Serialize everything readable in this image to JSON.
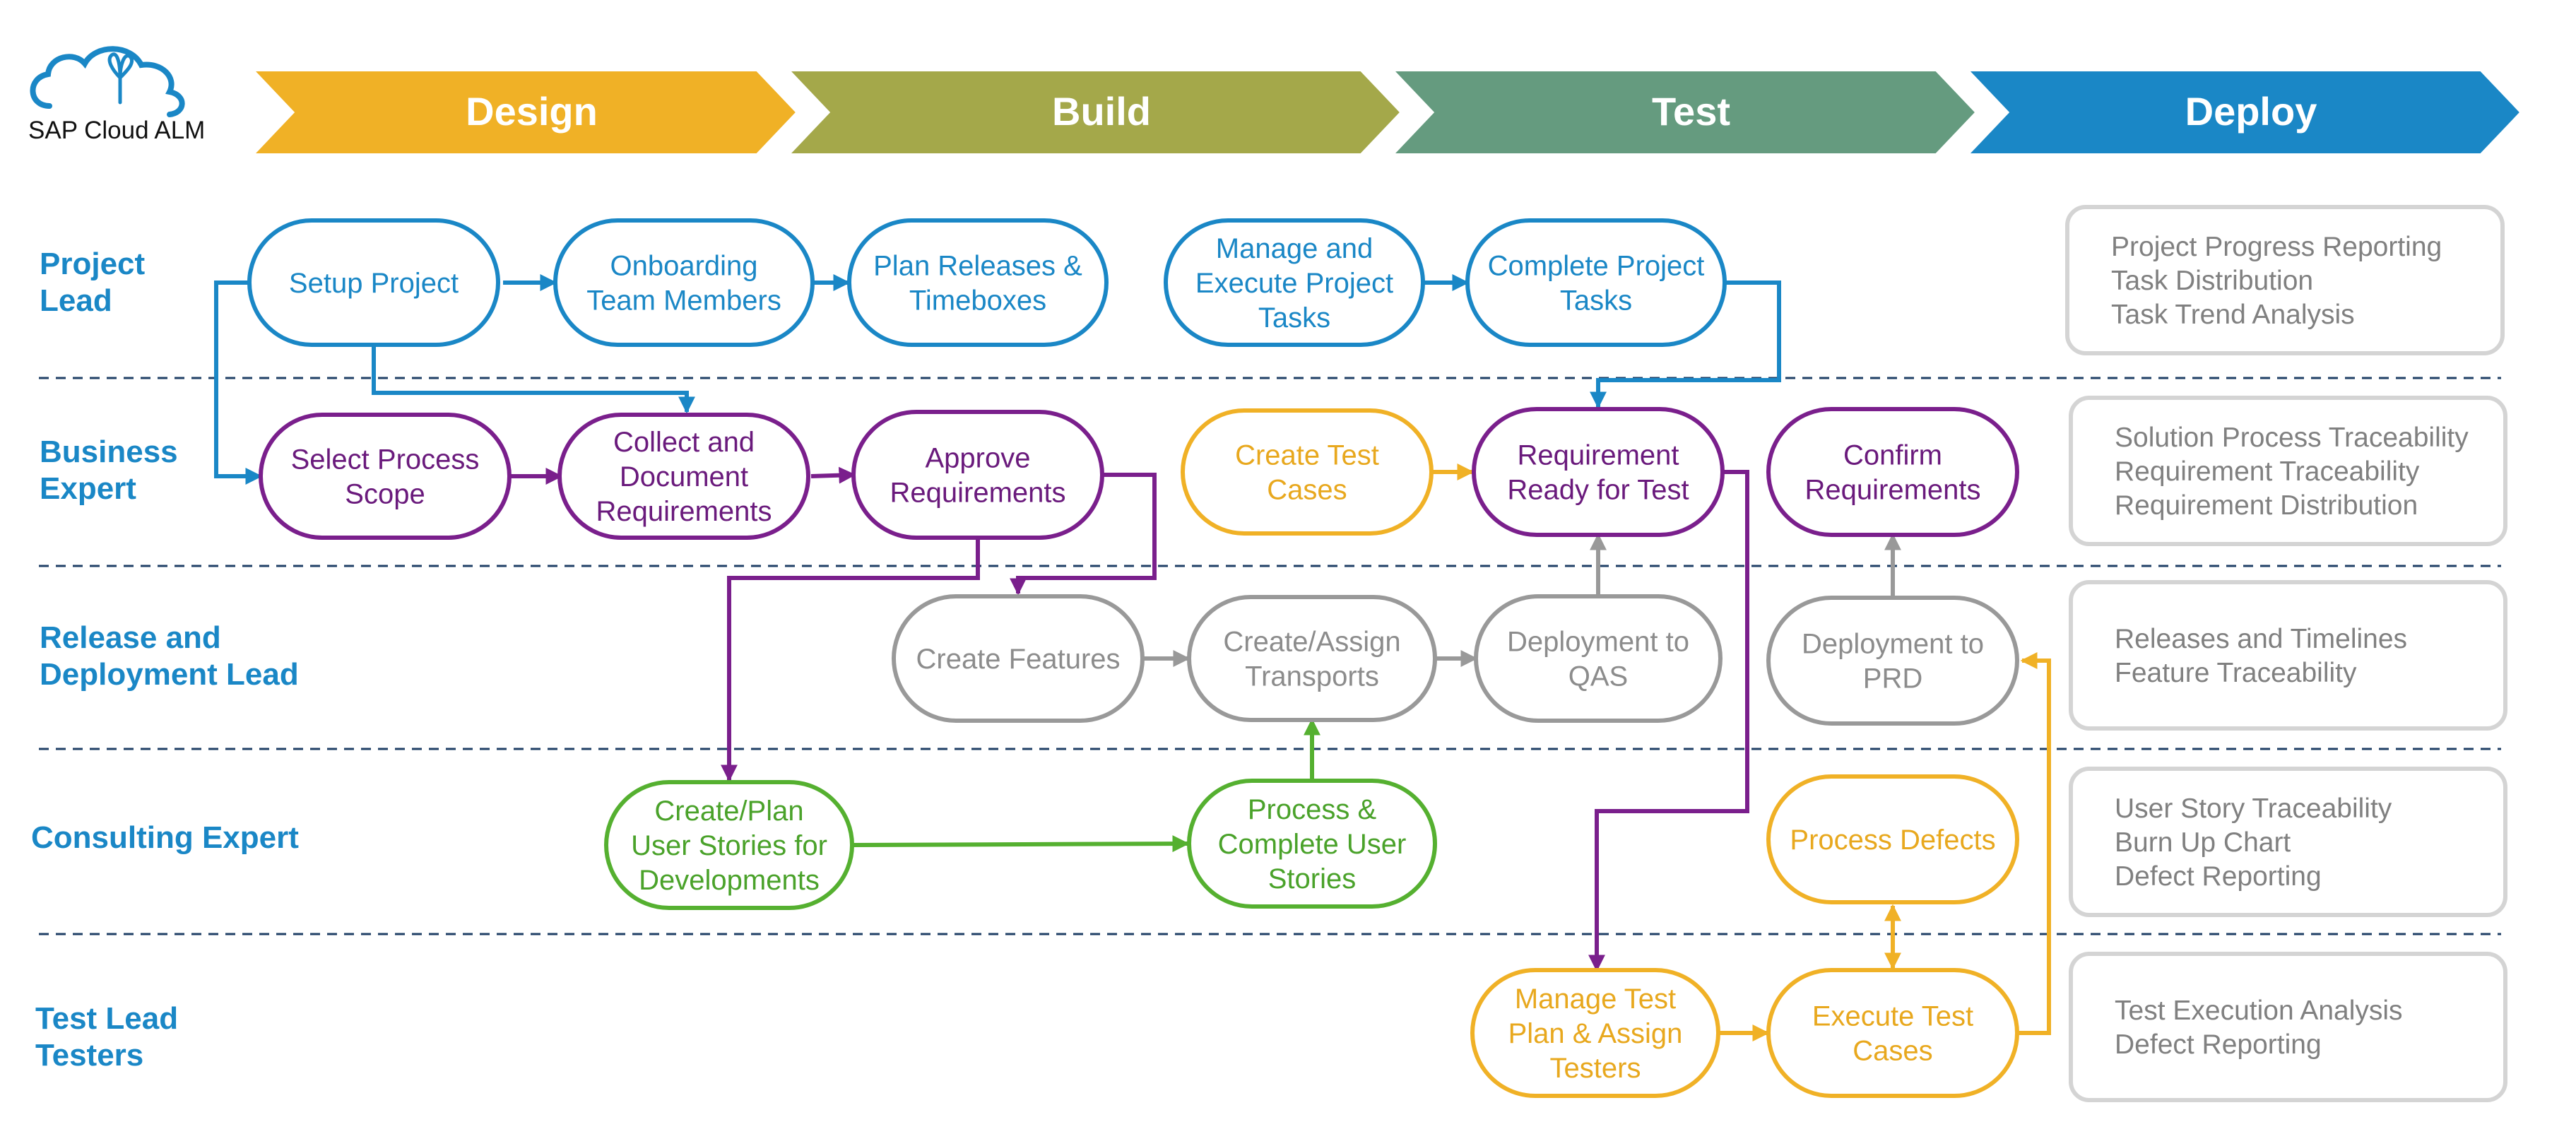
{
  "logo": {
    "text": "SAP Cloud ALM",
    "icon": "cloud-icon"
  },
  "phases": [
    {
      "label": "Design",
      "color": "#f0b126"
    },
    {
      "label": "Build",
      "color": "#a4a84a"
    },
    {
      "label": "Test",
      "color": "#659b7f"
    },
    {
      "label": "Deploy",
      "color": "#1a87c6"
    }
  ],
  "lanes": [
    {
      "label": [
        "Project",
        "Lead"
      ]
    },
    {
      "label": [
        "Business",
        "Expert"
      ]
    },
    {
      "label": [
        "Release and",
        "Deployment Lead"
      ]
    },
    {
      "label": [
        "Consulting Expert"
      ]
    },
    {
      "label": [
        "Test Lead",
        "Testers"
      ]
    }
  ],
  "colors": {
    "blue": "#1a87c6",
    "purple": "#7a1f8c",
    "gray": "#999999",
    "green": "#55b030",
    "yellow": "#f0b126",
    "divider": "#1f3f66"
  },
  "nodes": [
    {
      "id": "setup-project",
      "lines": [
        "Setup Project"
      ],
      "color": "blue"
    },
    {
      "id": "onboarding-team-members",
      "lines": [
        "Onboarding",
        "Team Members"
      ],
      "color": "blue"
    },
    {
      "id": "plan-releases-timeboxes",
      "lines": [
        "Plan Releases &",
        "Timeboxes"
      ],
      "color": "blue"
    },
    {
      "id": "manage-execute-project-tasks",
      "lines": [
        "Manage and",
        "Execute Project",
        "Tasks"
      ],
      "color": "blue"
    },
    {
      "id": "complete-project-tasks",
      "lines": [
        "Complete Project",
        "Tasks"
      ],
      "color": "blue"
    },
    {
      "id": "select-process-scope",
      "lines": [
        "Select Process",
        "Scope"
      ],
      "color": "purple"
    },
    {
      "id": "collect-document-requirements",
      "lines": [
        "Collect and",
        "Document",
        "Requirements"
      ],
      "color": "purple"
    },
    {
      "id": "approve-requirements",
      "lines": [
        "Approve",
        "Requirements"
      ],
      "color": "purple"
    },
    {
      "id": "create-test-cases",
      "lines": [
        "Create Test",
        "Cases"
      ],
      "color": "yellow"
    },
    {
      "id": "requirement-ready-for-test",
      "lines": [
        "Requirement",
        "Ready for Test"
      ],
      "color": "purple"
    },
    {
      "id": "confirm-requirements",
      "lines": [
        "Confirm",
        "Requirements"
      ],
      "color": "purple"
    },
    {
      "id": "create-features",
      "lines": [
        "Create Features"
      ],
      "color": "gray"
    },
    {
      "id": "create-assign-transports",
      "lines": [
        "Create/Assign",
        "Transports"
      ],
      "color": "gray"
    },
    {
      "id": "deployment-to-qas",
      "lines": [
        "Deployment to",
        "QAS"
      ],
      "color": "gray"
    },
    {
      "id": "deployment-to-prd",
      "lines": [
        "Deployment to",
        "PRD"
      ],
      "color": "gray"
    },
    {
      "id": "create-plan-user-stories",
      "lines": [
        "Create/Plan",
        "User Stories for",
        "Developments"
      ],
      "color": "green"
    },
    {
      "id": "process-complete-user-stories",
      "lines": [
        "Process &",
        "Complete User",
        "Stories"
      ],
      "color": "green"
    },
    {
      "id": "process-defects",
      "lines": [
        "Process Defects"
      ],
      "color": "yellow"
    },
    {
      "id": "manage-test-plan-assign-testers",
      "lines": [
        "Manage Test",
        "Plan & Assign",
        "Testers"
      ],
      "color": "yellow"
    },
    {
      "id": "execute-test-cases",
      "lines": [
        "Execute Test",
        "Cases"
      ],
      "color": "yellow"
    }
  ],
  "reports": [
    {
      "lines": [
        "Project Progress Reporting",
        "Task Distribution",
        "Task Trend Analysis"
      ]
    },
    {
      "lines": [
        "Solution Process Traceability",
        "Requirement Traceability",
        "Requirement Distribution"
      ]
    },
    {
      "lines": [
        "Releases and Timelines",
        "Feature Traceability"
      ]
    },
    {
      "lines": [
        "User Story Traceability",
        "Burn Up Chart",
        "Defect Reporting"
      ]
    },
    {
      "lines": [
        "Test Execution Analysis",
        "Defect Reporting"
      ]
    }
  ]
}
